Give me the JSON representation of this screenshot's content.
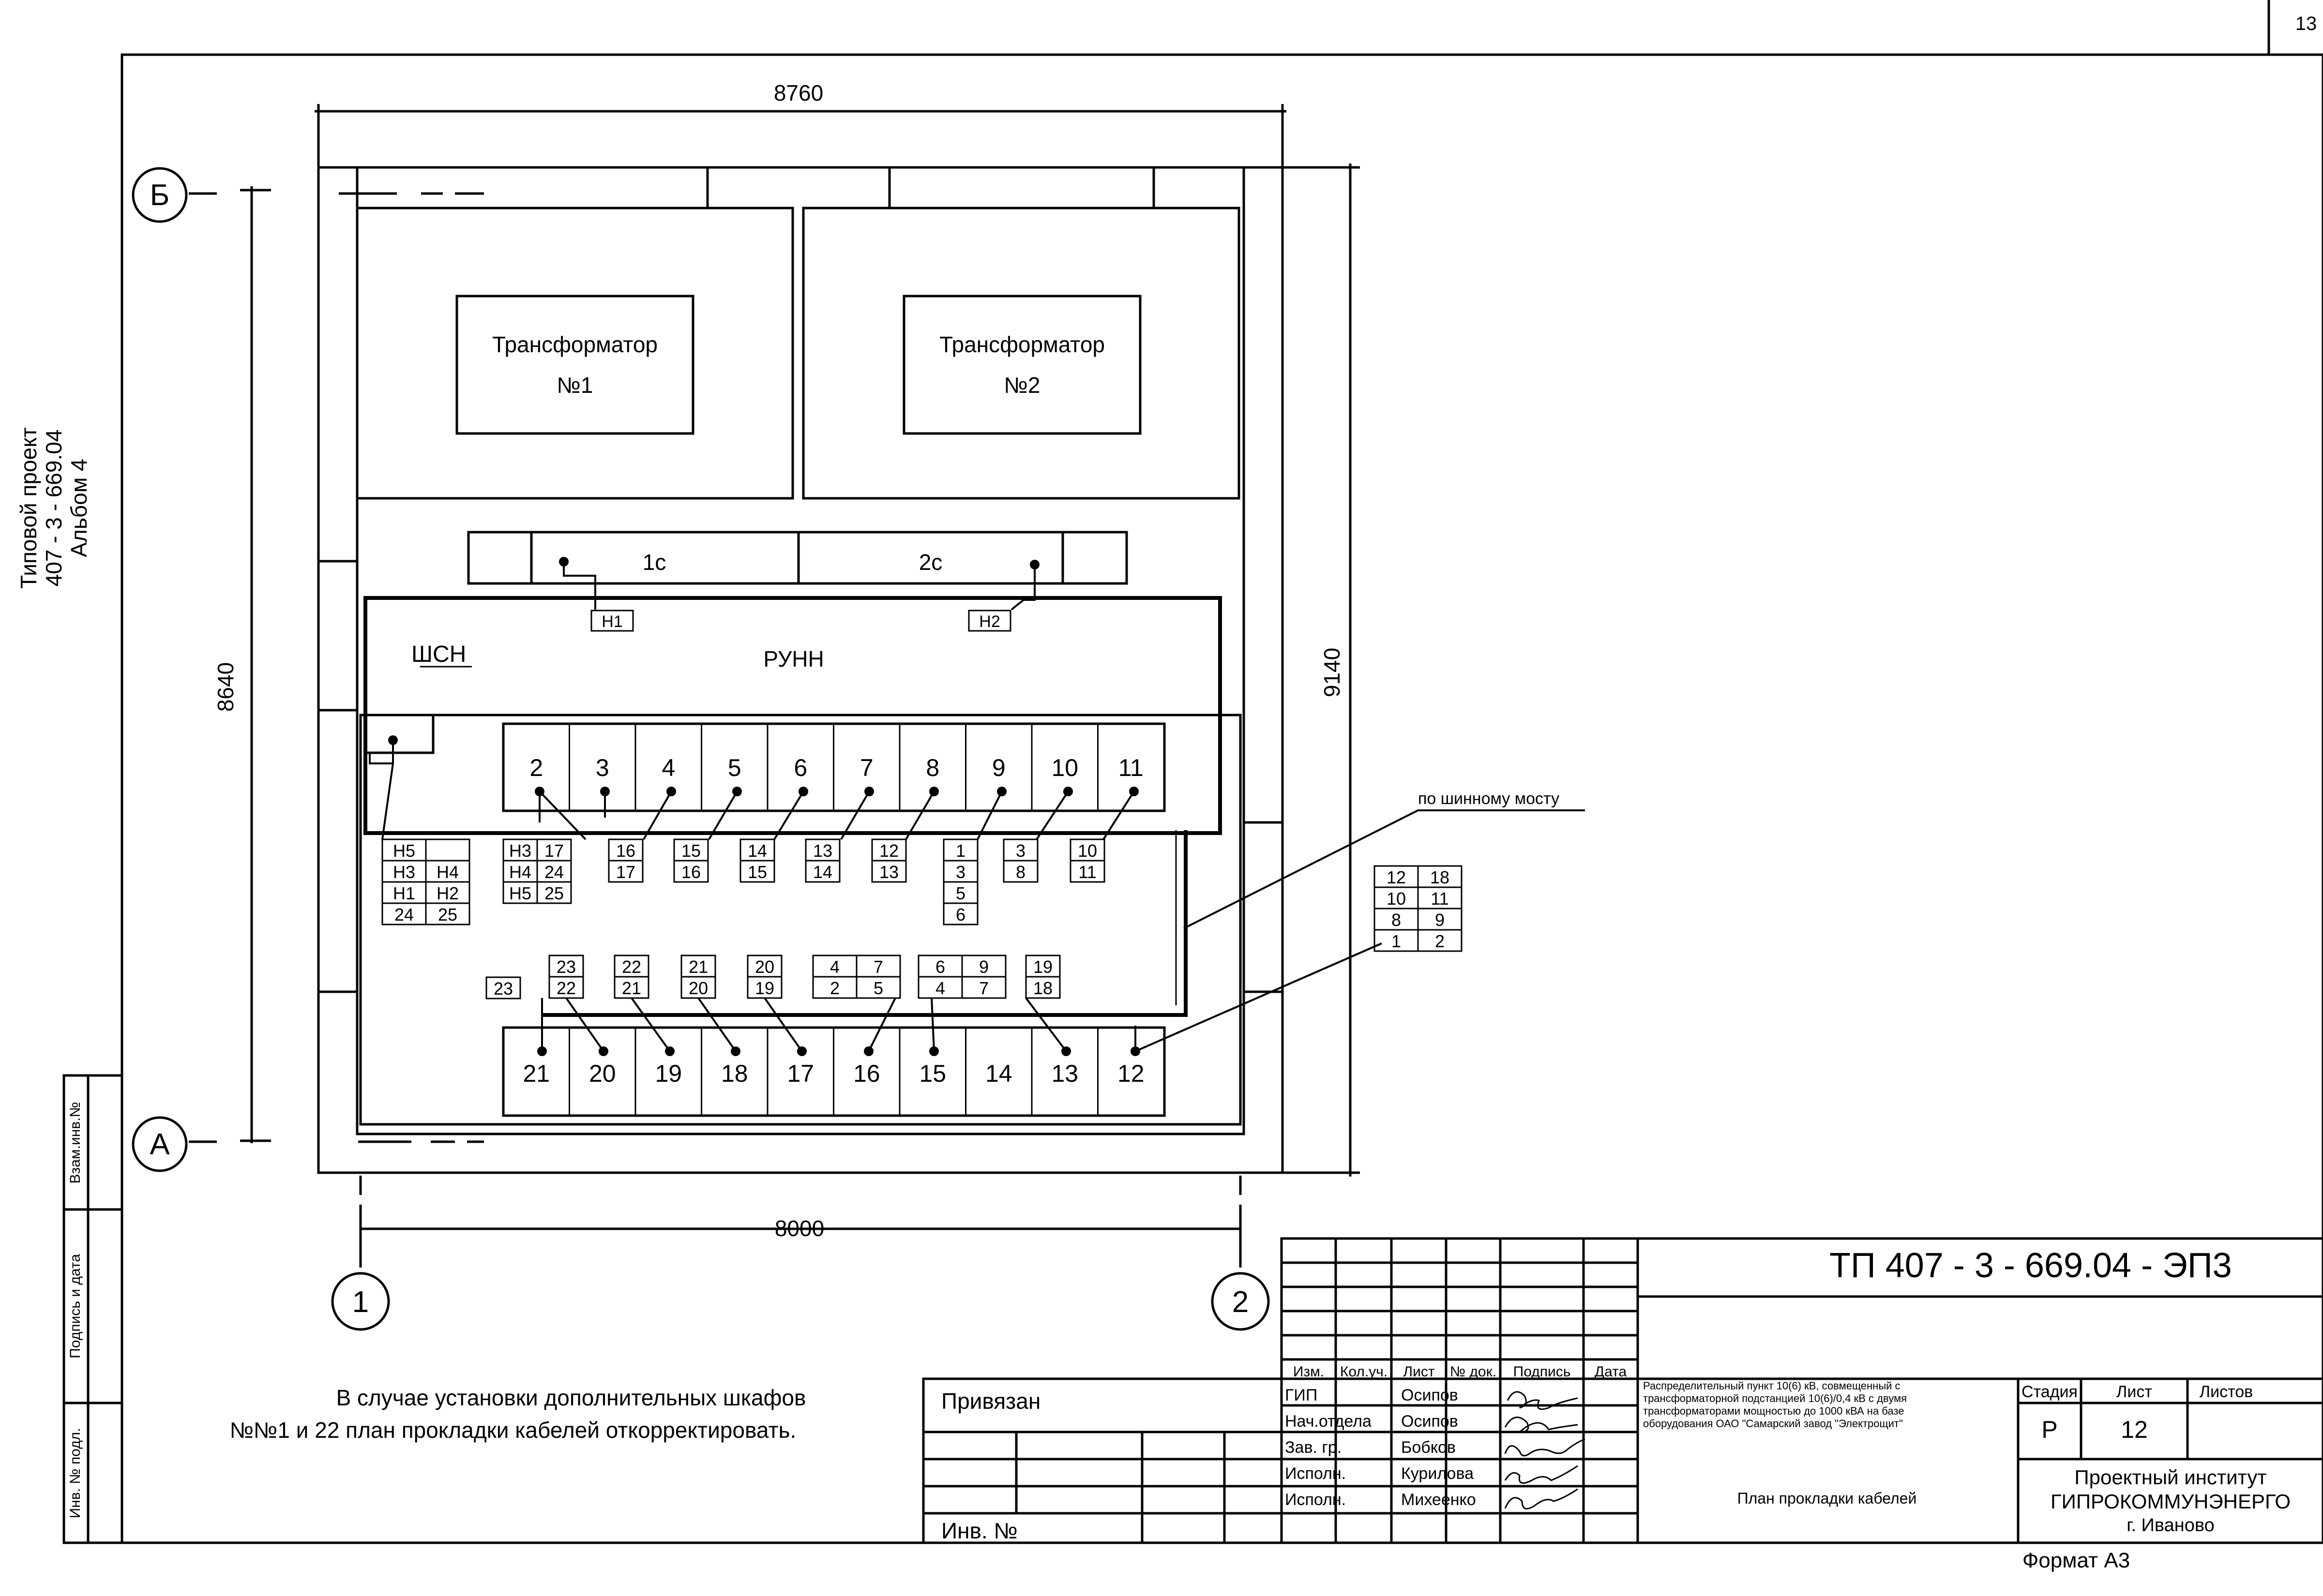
{
  "page_number": "13",
  "side_stamp": {
    "project_line1": "Типовой проект",
    "project_line2": "407 - 3 - 669.04",
    "project_line3": "Альбом 4",
    "vzam": "Взам.инв.№",
    "podpis": "Подпись и дата",
    "inv": "Инв. № подл."
  },
  "dimensions": {
    "top": "8760",
    "bottom": "8000",
    "left": "8640",
    "right": "9140"
  },
  "axes": {
    "b": "Б",
    "a": "А",
    "one": "1",
    "two": "2"
  },
  "transformers": [
    {
      "line1": "Трансформатор",
      "line2": "№1"
    },
    {
      "line1": "Трансформатор",
      "line2": "№2"
    }
  ],
  "bus": {
    "s1": "1с",
    "s2": "2с",
    "h1": "Н1",
    "h2": "Н2",
    "runn": "РУНН",
    "shsn": "ШСН",
    "bridge_label": "по шинному мосту"
  },
  "top_cabinets": [
    "2",
    "3",
    "4",
    "5",
    "6",
    "7",
    "8",
    "9",
    "10",
    "11"
  ],
  "bottom_cabinets": [
    "21",
    "20",
    "19",
    "18",
    "17",
    "16",
    "15",
    "14",
    "13",
    "12"
  ],
  "tables": {
    "shsn_block": [
      [
        "Н5",
        ""
      ],
      [
        "Н3",
        "Н4"
      ],
      [
        "Н1",
        "Н2"
      ],
      [
        "24",
        "25"
      ]
    ],
    "cab2": [
      [
        "Н3",
        "17"
      ],
      [
        "Н4",
        "24"
      ],
      [
        "Н5",
        "25"
      ]
    ],
    "cab4": [
      [
        "16"
      ],
      [
        "17"
      ]
    ],
    "cab5": [
      [
        "15"
      ],
      [
        "16"
      ]
    ],
    "cab6": [
      [
        "14"
      ],
      [
        "15"
      ]
    ],
    "cab7": [
      [
        "13"
      ],
      [
        "14"
      ]
    ],
    "cab8": [
      [
        "12"
      ],
      [
        "13"
      ]
    ],
    "cab9": [
      [
        "1"
      ],
      [
        "3"
      ],
      [
        "5"
      ],
      [
        "6"
      ]
    ],
    "cab10": [
      [
        "3"
      ],
      [
        "8"
      ]
    ],
    "cab11": [
      [
        "10"
      ],
      [
        "11"
      ]
    ],
    "right_block": [
      [
        "12",
        "18"
      ],
      [
        "10",
        "11"
      ],
      [
        "8",
        "9"
      ],
      [
        "1",
        "2"
      ]
    ],
    "b21_left": [
      [
        "23"
      ]
    ],
    "b20": [
      [
        "23"
      ],
      [
        "22"
      ]
    ],
    "b19": [
      [
        "22"
      ],
      [
        "21"
      ]
    ],
    "b18": [
      [
        "21"
      ],
      [
        "20"
      ]
    ],
    "b17": [
      [
        "20"
      ],
      [
        "19"
      ]
    ],
    "b16": [
      [
        "4",
        "7"
      ],
      [
        "2",
        "5"
      ]
    ],
    "b15": [
      [
        "6",
        "9"
      ],
      [
        "4",
        "7"
      ]
    ],
    "b13": [
      [
        "19"
      ],
      [
        "18"
      ]
    ]
  },
  "note": {
    "line1": "В случае установки дополнительных шкафов",
    "line2": "№№1 и 22 план прокладки кабелей  откорректировать."
  },
  "privyazan": "Привязан",
  "inv_no": "Инв. №",
  "title_block": {
    "code": "ТП  407 - 3 - 669.04 - ЭП3",
    "headers": [
      "Изм.",
      "Кол.уч.",
      "Лист",
      "№ док.",
      "Подпись",
      "Дата"
    ],
    "roles": [
      {
        "role": "ГИП",
        "name": "Осипов"
      },
      {
        "role": "Нач.отдела",
        "name": "Осипов"
      },
      {
        "role": "Зав. гр.",
        "name": "Бобков"
      },
      {
        "role": "Исполн.",
        "name": "Курилова"
      },
      {
        "role": "Исполн.",
        "name": "Михеенко"
      }
    ],
    "desc_lines": [
      "Распределительный пункт 10(6) кВ, совмещенный с",
      "трансформаторной подстанцией 10(6)/0,4 кВ с двумя",
      "трансформаторами мощностью до 1000 кВА на базе",
      "оборудования ОАО \"Самарский завод \"Электрощит\""
    ],
    "stage_h": "Стадия",
    "sheet_h": "Лист",
    "sheets_h": "Листов",
    "stage": "Р",
    "sheet": "12",
    "sheets": "",
    "plan": "План прокладки кабелей",
    "org1": "Проектный институт",
    "org2": "ГИПРОКОММУНЭНЕРГО",
    "org3": "г. Иваново"
  },
  "format": "Формат А3"
}
